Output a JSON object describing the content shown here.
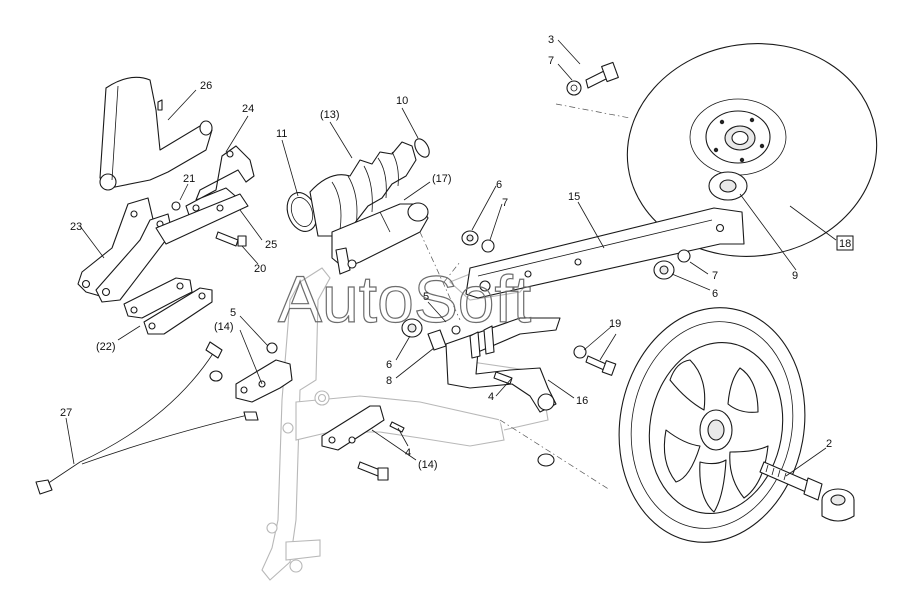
{
  "watermark": "AutoSoft",
  "callouts": [
    {
      "id": "c26",
      "text": "26"
    },
    {
      "id": "c24",
      "text": "24"
    },
    {
      "id": "c21",
      "text": "21"
    },
    {
      "id": "c23",
      "text": "23"
    },
    {
      "id": "c25",
      "text": "25"
    },
    {
      "id": "c20",
      "text": "20"
    },
    {
      "id": "c22",
      "text": "(22)"
    },
    {
      "id": "c11",
      "text": "11"
    },
    {
      "id": "c13",
      "text": "(13)"
    },
    {
      "id": "c10",
      "text": "10"
    },
    {
      "id": "c17",
      "text": "(17)"
    },
    {
      "id": "c3",
      "text": "3"
    },
    {
      "id": "c7a",
      "text": "7"
    },
    {
      "id": "c6a",
      "text": "6"
    },
    {
      "id": "c7b",
      "text": "7"
    },
    {
      "id": "c15",
      "text": "15"
    },
    {
      "id": "c18",
      "text": "18"
    },
    {
      "id": "c9",
      "text": "9"
    },
    {
      "id": "c7c",
      "text": "7"
    },
    {
      "id": "c6b",
      "text": "6"
    },
    {
      "id": "c5a",
      "text": "5"
    },
    {
      "id": "c14a",
      "text": "(14)"
    },
    {
      "id": "c5b",
      "text": "5"
    },
    {
      "id": "c6c",
      "text": "6"
    },
    {
      "id": "c8",
      "text": "8"
    },
    {
      "id": "c19",
      "text": "19"
    },
    {
      "id": "c16",
      "text": "16"
    },
    {
      "id": "c4a",
      "text": "4"
    },
    {
      "id": "c4b",
      "text": "4"
    },
    {
      "id": "c14b",
      "text": "(14)"
    },
    {
      "id": "c27",
      "text": "27"
    },
    {
      "id": "c2",
      "text": "2"
    }
  ]
}
